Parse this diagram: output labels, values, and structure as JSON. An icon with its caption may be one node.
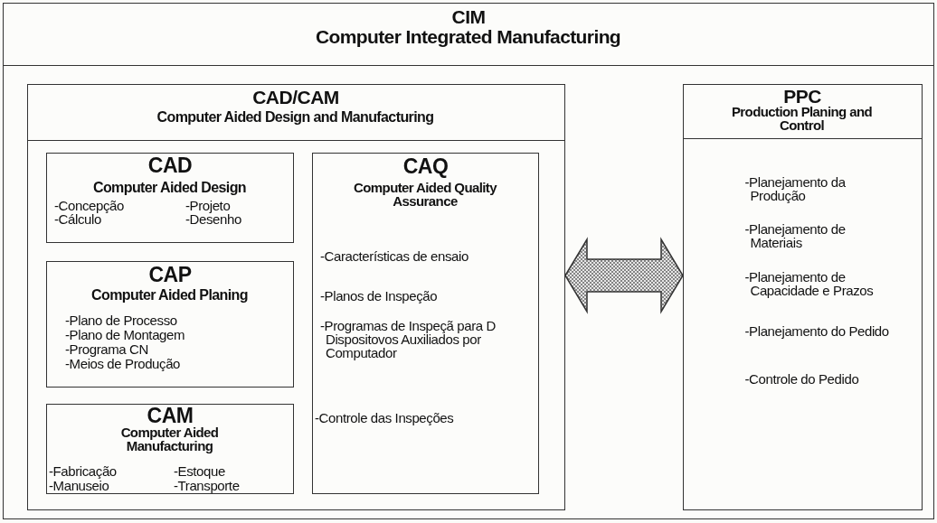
{
  "diagram": {
    "nodes": [
      {
        "text": [
          "CIM",
          "Computer Integrated Manufacturing"
        ]
      },
      {
        "text": [
          "CAD/CAM",
          "Computer Aided Design and Manufacturing"
        ],
        "in": 0
      },
      {
        "text": [
          "CAD",
          "Computer Aided Design",
          "-Concepção",
          "-Projeto",
          "-Cálculo",
          "-Desenho"
        ],
        "in": 1
      },
      {
        "text": [
          "CAP",
          "Computer Aided Planing",
          "-Plano de Processo",
          "-Plano de Montagem",
          "-Programa CN",
          "-Meios de Produção"
        ],
        "in": 1
      },
      {
        "text": [
          "CAM",
          "Computer Aided Manufacturing",
          "-Fabricação",
          "-Estoque",
          "-Manuseio",
          "-Transporte"
        ],
        "in": 1
      },
      {
        "text": [
          "CAQ",
          "Computer Aided Quality Assurance",
          "-Características de ensaio",
          "-Planos de Inspeção",
          "-Programas de Inspeçã para D Dispositovos Auxiliados por Computador",
          "-Controle das Inspeções"
        ],
        "in": 1
      },
      {
        "text": [
          "PPC",
          "Production Planing and Control",
          "-Planejamento da Produção",
          "-Planejamento de Materiais",
          "-Planejamento de Capacidade e Prazos",
          "-Planejamento do Pedido",
          "-Controle do Pedido"
        ],
        "in": 0
      }
    ],
    "edges": [
      {
        "from": 1,
        "to": 6,
        "arrow": "both",
        "style": "thick"
      }
    ]
  }
}
